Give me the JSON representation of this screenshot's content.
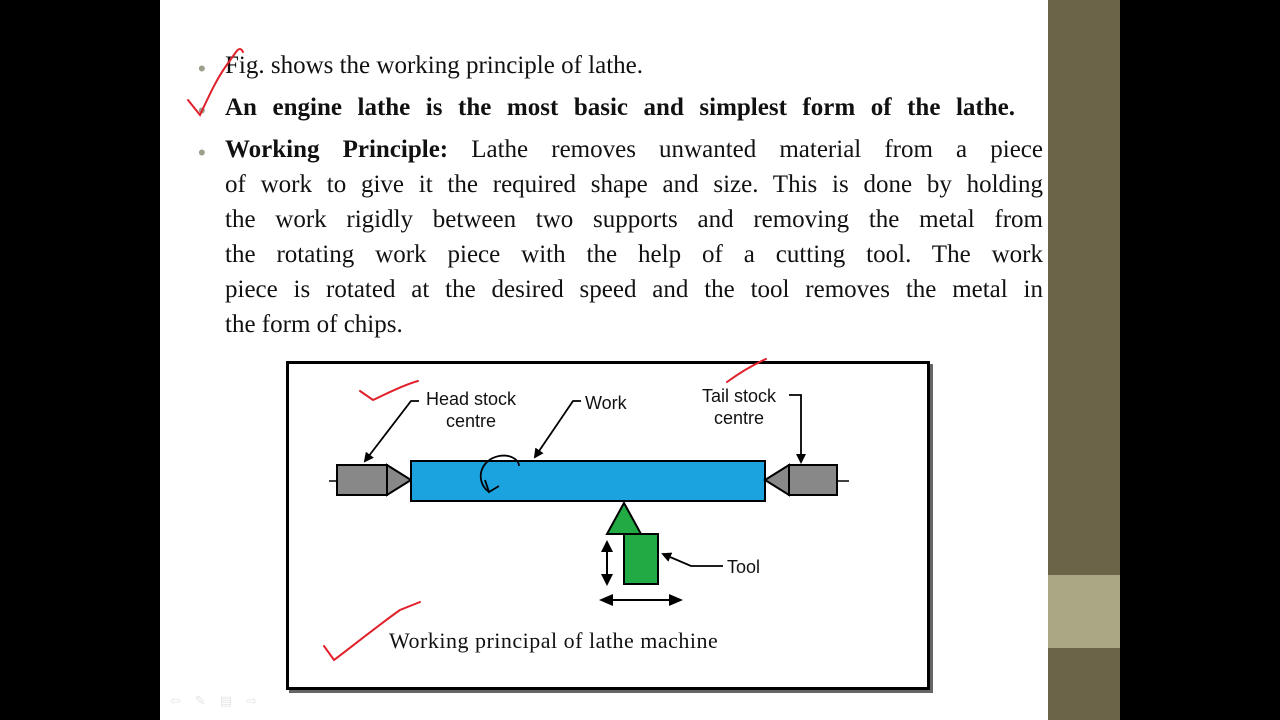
{
  "bullets": {
    "b1": "Fig.  shows the working principle of lathe.",
    "b2": "An engine lathe is the most basic and simplest form of the lathe.",
    "b3_label": "Working Principle:",
    "b3_lines": [
      "Lathe removes unwanted material from a piece",
      "of work to give it the required shape and size. This is done by holding",
      "the work rigidly between two supports and removing the metal from",
      "the rotating work piece with the help of a cutting tool. The work",
      "piece is rotated at the desired speed and the tool removes the metal in",
      "the form of chips."
    ]
  },
  "diagram": {
    "label_headstock_1": "Head stock",
    "label_headstock_2": "centre",
    "label_work": "Work",
    "label_tailstock_1": "Tail stock",
    "label_tailstock_2": "centre",
    "label_tool": "Tool",
    "caption": "Working principal of lathe machine",
    "colors": {
      "work": "#1ba3e0",
      "tool": "#22aa44",
      "centre": "#888888",
      "annotation": "#e0202a"
    }
  },
  "icons": [
    "nav-back-icon",
    "pen-icon",
    "menu-icon",
    "nav-forward-icon"
  ]
}
